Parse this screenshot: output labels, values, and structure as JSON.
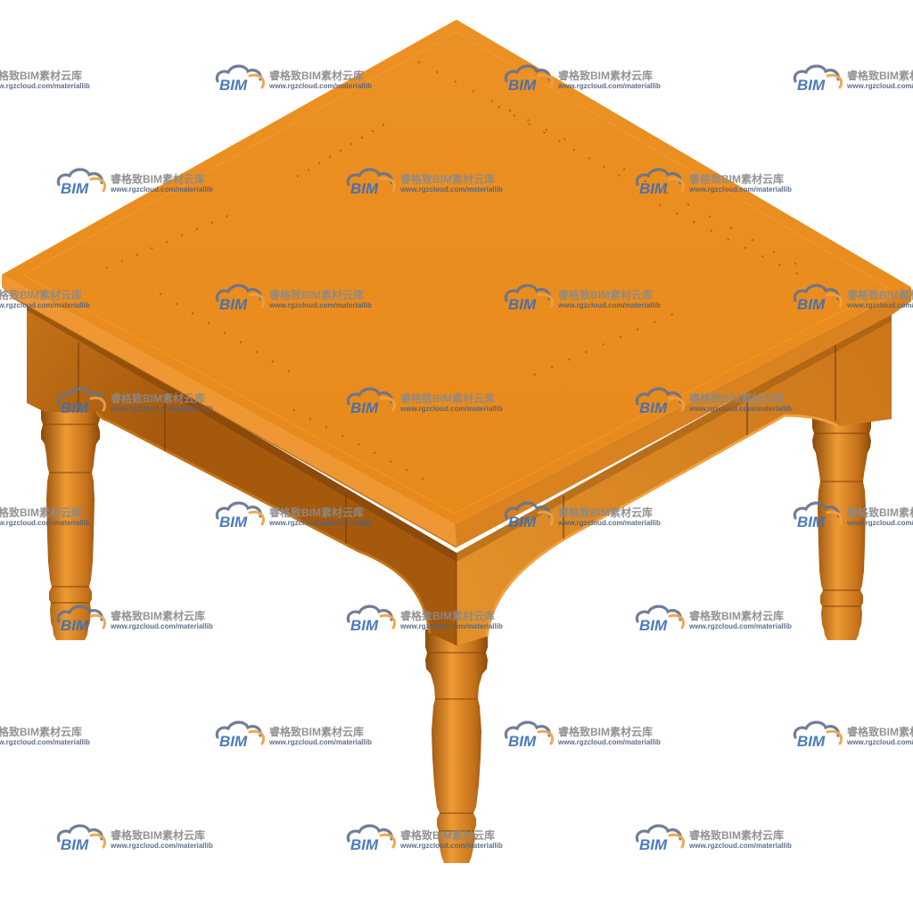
{
  "watermark": {
    "logo_text": "BIM",
    "brand": "睿格致BIM素材云库",
    "url": "www.rgzcloud.com/materiallib"
  },
  "colors": {
    "background": "#FFFFFF",
    "table_top": "#E8891A",
    "table_top_light": "#EC9124",
    "table_top_highlight": "#F2A040",
    "slab_left": "#EE9733",
    "slab_right": "#D9821F",
    "apron_left": "#A5590D",
    "apron_left_light": "#C47318",
    "apron_right": "#CB7619",
    "apron_right_light": "#E2902A",
    "shadow": "#6E3A06",
    "panel_line": "#7A3E08",
    "leg_dark": "#8C4A0A",
    "leg_mid": "#C4701A",
    "leg_light": "#EE9A34",
    "logo_blue": "#3D6FB8",
    "logo_gray": "#66748F",
    "logo_orange": "#F0A040",
    "watermark_text": "#8A8A8A",
    "watermark_url": "#50627F"
  }
}
